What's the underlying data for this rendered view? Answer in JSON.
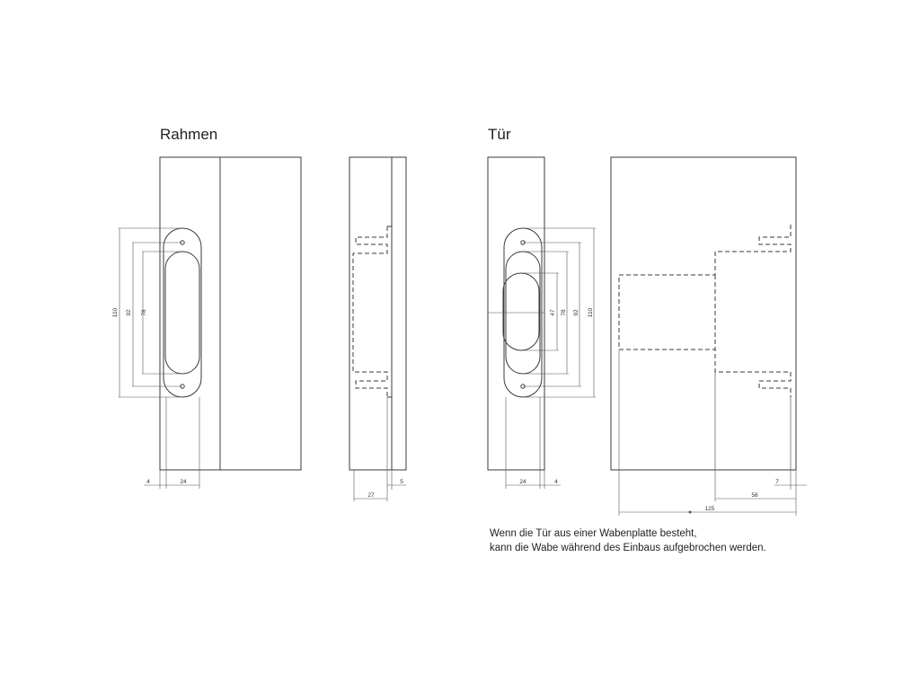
{
  "titles": {
    "frame": "Rahmen",
    "door": "Tür"
  },
  "dimensions": {
    "frame_front_height_outer": "110",
    "frame_front_height_mid": "92",
    "frame_front_height_inner": "78",
    "frame_front_bottom_left": "4",
    "frame_front_bottom_right": "24",
    "frame_side_bottom_width": "27",
    "frame_side_bottom_offset": "5",
    "door_front_height_small": "47",
    "door_front_height_inner": "78",
    "door_front_height_mid": "92",
    "door_front_height_outer": "110",
    "door_front_bottom_left": "24",
    "door_front_bottom_right": "4",
    "door_side_offset": "7",
    "door_side_depth": "58",
    "door_side_total": "125"
  },
  "note": {
    "line1": "Wenn die Tür aus einer Wabenplatte besteht,",
    "line2": "kann die Wabe während des Einbaus aufgebrochen werden."
  }
}
